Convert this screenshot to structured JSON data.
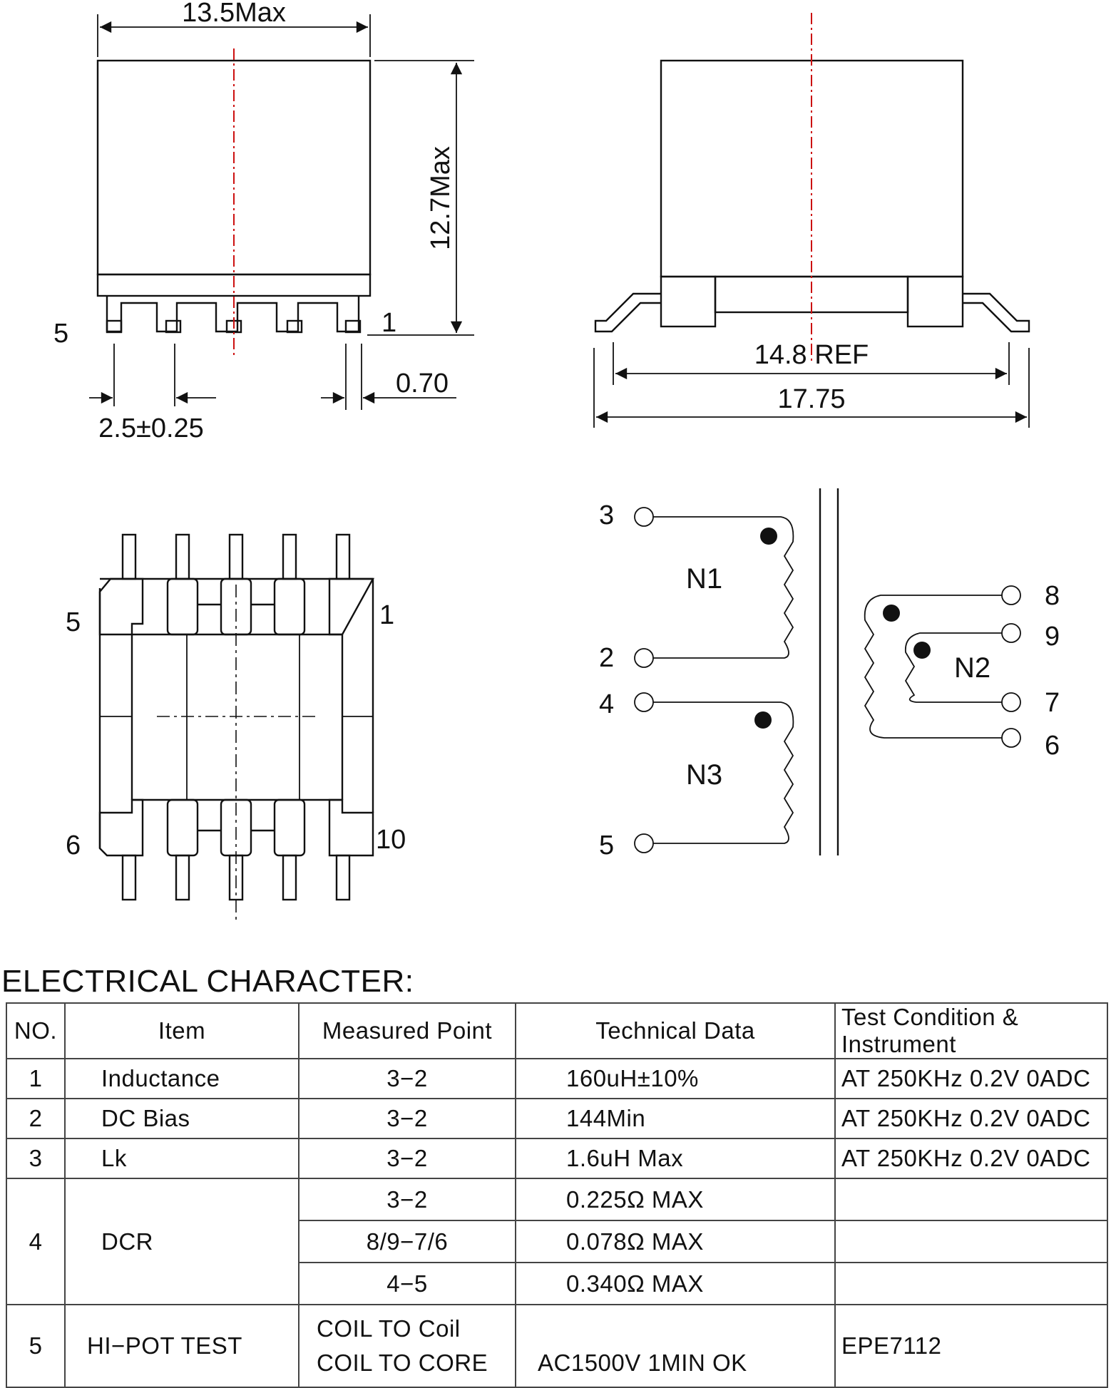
{
  "top_left_view": {
    "width_dim": "13.5Max",
    "height_dim": "12.7Max",
    "pin_left": "5",
    "pin_right": "1",
    "pitch_dim": "2.5±0.25",
    "pin_width_dim": "0.70"
  },
  "top_right_view": {
    "ref_dim": "14.8 REF",
    "overall_dim": "17.75"
  },
  "bottom_view": {
    "pin_5": "5",
    "pin_1": "1",
    "pin_6": "6",
    "pin_10": "10"
  },
  "schematic": {
    "pins": {
      "p3": "3",
      "p2": "2",
      "p4": "4",
      "p5": "5",
      "p8": "8",
      "p9": "9",
      "p7": "7",
      "p6": "6"
    },
    "windings": {
      "n1": "N1",
      "n2": "N2",
      "n3": "N3"
    }
  },
  "electrical": {
    "title": "ELECTRICAL CHARACTER:",
    "headers": [
      "NO.",
      "Item",
      "Measured Point",
      "Technical Data",
      "Test Condition & Instrument"
    ],
    "rows": [
      {
        "no": "1",
        "item": "Inductance",
        "point": "3−2",
        "data": "160uH±10%",
        "condition": "AT 250KHz 0.2V 0ADC"
      },
      {
        "no": "2",
        "item": "DC Bias",
        "point": "3−2",
        "data": "144Min",
        "condition": "AT 250KHz 0.2V 0ADC"
      },
      {
        "no": "3",
        "item": "Lk",
        "point": "3−2",
        "data": "1.6uH Max",
        "condition": "AT 250KHz 0.2V 0ADC"
      }
    ],
    "dcr": {
      "no": "4",
      "item": "DCR",
      "entries": [
        {
          "point": "3−2",
          "data": "0.225Ω MAX"
        },
        {
          "point": "8/9−7/6",
          "data": "0.078Ω MAX"
        },
        {
          "point": "4−5",
          "data": "0.340Ω MAX"
        }
      ]
    },
    "hipot": {
      "no": "5",
      "item": "HI−POT TEST",
      "point_line1": "COIL TO Coil",
      "point_line2": "COIL TO CORE",
      "data": "AC1500V 1MIN OK",
      "condition": "EPE7112"
    }
  }
}
